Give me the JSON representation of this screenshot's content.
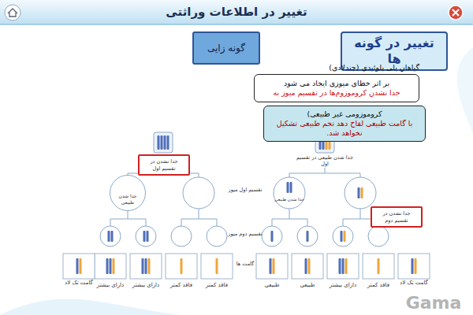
{
  "diagram": {
    "title": "تغییر در اطلاعات وراثتی",
    "nodes": [
      {
        "text": [
          "تغییر در گونه ها"
        ]
      },
      {
        "text": [
          "گونه زایی"
        ]
      },
      {
        "text": [
          "بر اثر خطای میوزی ایجاد می شود",
          "جدا نشدن کروموزوم‌ها در تقسیم میوز به"
        ]
      },
      {
        "text": [
          "کروموزومی غیر طبیعی)",
          "با گامت طبیعی لقاح دهد تخم طبیعی تشکیل نخواهد شد."
        ]
      },
      {
        "text": [
          "جدا نشدن در تقسیم اول"
        ]
      },
      {
        "text": [
          "جدا شدن طبیعی"
        ]
      },
      {
        "text": [
          "جدا نشدن در تقسیم دوم"
        ]
      },
      {
        "text": [
          "دارای بیشتر"
        ]
      },
      {
        "text": [
          "دارای بیشتر"
        ]
      },
      {
        "text": [
          "فاقد کمتر"
        ]
      },
      {
        "text": [
          "فاقد کمتر"
        ]
      },
      {
        "text": [
          "طبیعی"
        ]
      },
      {
        "text": [
          "طبیعی"
        ]
      },
      {
        "text": [
          "دارای بیشتر"
        ]
      },
      {
        "text": [
          "فاقد کمتر"
        ]
      }
    ],
    "labels": [
      "گیاهان پلی پلوئیدی (چندلادی)",
      "جدا شدن طبیعی در تقسیم اول",
      "جدا شدن طبیعی",
      "تقسیم اول میوز",
      "تقسیم دوم میوز",
      "گامت ها",
      "گامت تک لاد",
      "گامت تک لاد",
      "Gama"
    ]
  }
}
